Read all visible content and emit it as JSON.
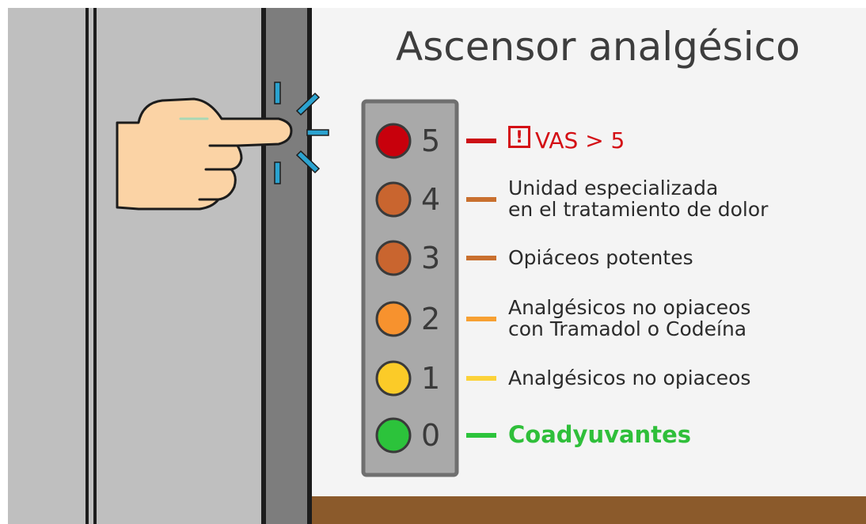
{
  "title": "Ascensor analgésico",
  "levels": [
    {
      "number": "5",
      "color": "#c8000c",
      "line_color": "#cc1016",
      "text_style": "red",
      "warning_icon": "!",
      "label_lines": [
        "VAS > 5"
      ]
    },
    {
      "number": "4",
      "color": "#c9652f",
      "line_color": "#c9702f",
      "text_style": "normal",
      "label_lines": [
        "Unidad especializada",
        "en el tratamiento de dolor"
      ]
    },
    {
      "number": "3",
      "color": "#c9652f",
      "line_color": "#c9702f",
      "text_style": "normal",
      "label_lines": [
        "Opiáceos potentes"
      ]
    },
    {
      "number": "2",
      "color": "#f7922e",
      "line_color": "#f7a032",
      "text_style": "normal",
      "label_lines": [
        "Analgésicos no opiaceos",
        "con Tramadol o Codeína"
      ]
    },
    {
      "number": "1",
      "color": "#fbcb28",
      "line_color": "#fcd23a",
      "text_style": "normal",
      "label_lines": [
        "Analgésicos no opiaceos"
      ]
    },
    {
      "number": "0",
      "color": "#2cc33b",
      "line_color": "#2cc33b",
      "text_style": "green",
      "label_lines": [
        "Coadyuvantes"
      ]
    }
  ],
  "icons": [
    "hand-pointing-icon",
    "press-sparkle-icon"
  ],
  "colors": {
    "wall": "#f4f4f4",
    "door": "#bfbfbf",
    "frame": "#7d7d7d",
    "panel": "#a9a9a9",
    "floor": "#8b5a2b"
  }
}
